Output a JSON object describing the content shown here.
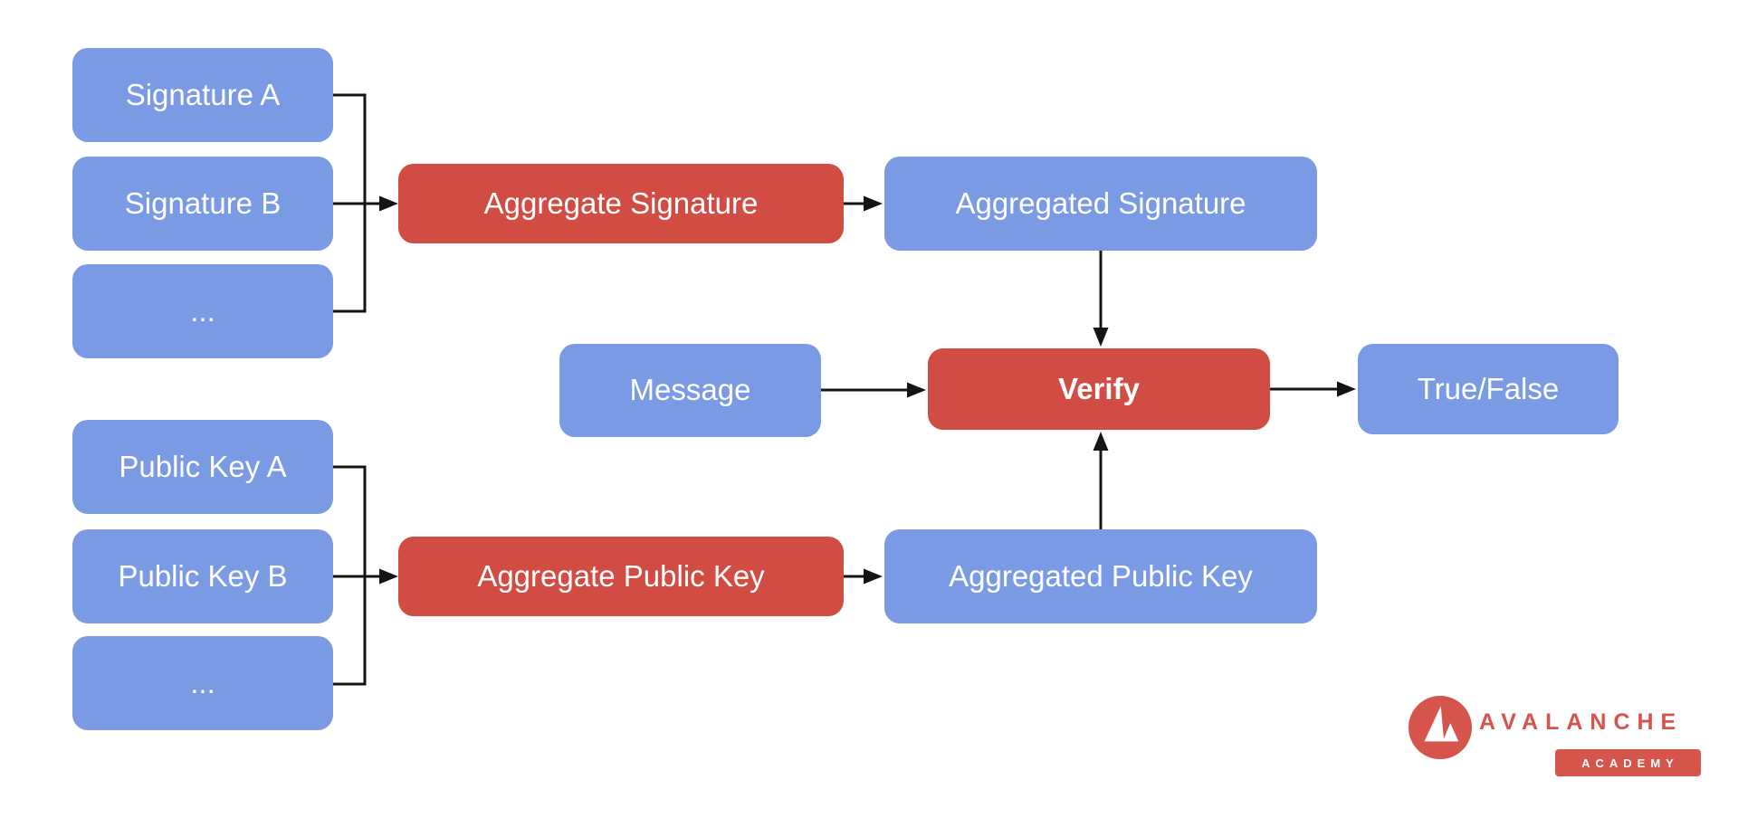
{
  "colors": {
    "canvas_bg": "#ffffff",
    "node_blue": "#7a9be3",
    "node_red": "#d14c43",
    "node_text": "#ffffff",
    "arrow": "#141414",
    "logo_red": "#d5544c",
    "logo_badge_text": "#ffffff"
  },
  "diagram": {
    "signature_inputs": [
      {
        "label": "Signature A"
      },
      {
        "label": "Signature B"
      },
      {
        "label": "..."
      }
    ],
    "public_key_inputs": [
      {
        "label": "Public Key A"
      },
      {
        "label": "Public Key B"
      },
      {
        "label": "..."
      }
    ],
    "aggregate_signature": {
      "label": "Aggregate Signature"
    },
    "aggregated_signature": {
      "label": "Aggregated Signature"
    },
    "aggregate_public_key": {
      "label": "Aggregate Public Key"
    },
    "aggregated_public_key": {
      "label": "Aggregated Public Key"
    },
    "message": {
      "label": "Message"
    },
    "verify": {
      "label": "Verify"
    },
    "result": {
      "label": "True/False"
    },
    "edges": [
      {
        "from": "Signature A",
        "to": "Aggregate Signature"
      },
      {
        "from": "Signature B",
        "to": "Aggregate Signature"
      },
      {
        "from": "... (signatures)",
        "to": "Aggregate Signature"
      },
      {
        "from": "Aggregate Signature",
        "to": "Aggregated Signature"
      },
      {
        "from": "Aggregated Signature",
        "to": "Verify"
      },
      {
        "from": "Message",
        "to": "Verify"
      },
      {
        "from": "Public Key A",
        "to": "Aggregate Public Key"
      },
      {
        "from": "Public Key B",
        "to": "Aggregate Public Key"
      },
      {
        "from": "... (public keys)",
        "to": "Aggregate Public Key"
      },
      {
        "from": "Aggregate Public Key",
        "to": "Aggregated Public Key"
      },
      {
        "from": "Aggregated Public Key",
        "to": "Verify"
      },
      {
        "from": "Verify",
        "to": "True/False"
      }
    ]
  },
  "logo": {
    "brand": "AVALANCHE",
    "program": "ACADEMY"
  }
}
